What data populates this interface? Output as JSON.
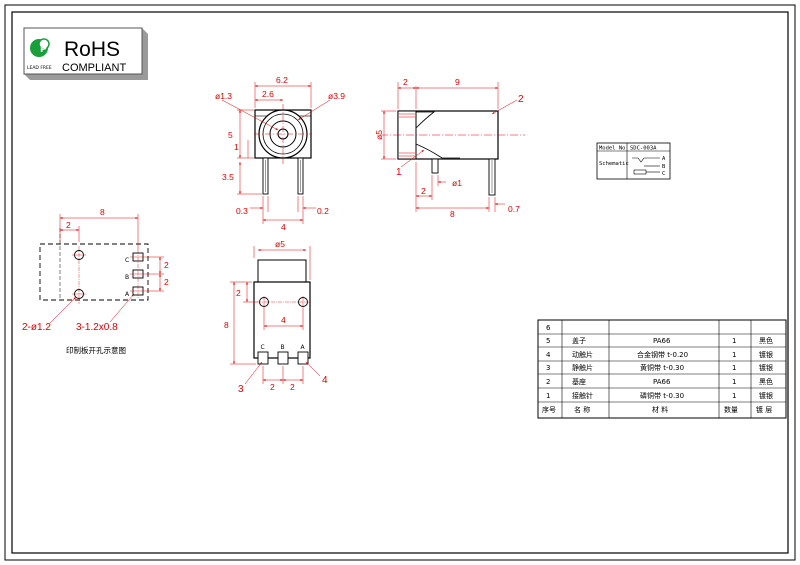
{
  "logo": {
    "lead_free_text": "LEAD FREE",
    "rohs": "RoHS",
    "compliant": "COMPLIANT",
    "accent_color": "#1aa03a"
  },
  "front_view": {
    "d_width": "6.2",
    "d_center": "2.6",
    "d_hole_small": "ø1.3",
    "d_hole_big": "ø3.9",
    "d_height": "5",
    "d_offset": "1",
    "d_pin_len": "3.5",
    "d_pin_left": "0.3",
    "d_pin_spacing": "4",
    "d_pin_right": "0.2"
  },
  "side_view": {
    "d_top_left": "2",
    "d_top_len": "9",
    "callout_2": "2",
    "d_diam": "ø5",
    "callout_1": "1",
    "d_pin_diam": "ø1",
    "d_pin_off": "2",
    "d_bottom_len": "8",
    "d_pin_w": "0.7"
  },
  "pcb_layout": {
    "d_width": "8",
    "d_inner": "2",
    "d_right_1": "2",
    "d_right_2": "2",
    "pin_c": "C",
    "pin_b": "B",
    "pin_a": "A",
    "note_holes": "2-ø1.2",
    "note_slots": "3-1.2x0.8",
    "caption": "印制板开孔示意图"
  },
  "bottom_view": {
    "d_width": "ø5",
    "d_top": "2",
    "d_height": "8",
    "d_spacing": "4",
    "pin_c": "C",
    "pin_b": "B",
    "pin_a": "A",
    "callout_3": "3",
    "callout_4": "4",
    "d_bot_1": "2",
    "d_bot_2": "2"
  },
  "model_box": {
    "model_label": "Model No",
    "model_value": "SDC-003A",
    "schematic_label": "Schematic",
    "pin_a": "A",
    "pin_b": "B",
    "pin_c": "C"
  },
  "bom": {
    "rows": [
      {
        "no": "6",
        "name": "",
        "material": "",
        "qty": "",
        "finish": ""
      },
      {
        "no": "5",
        "name": "盖子",
        "material": "PA66",
        "qty": "1",
        "finish": "黑色"
      },
      {
        "no": "4",
        "name": "动触片",
        "material": "合金钢带 t-0.20",
        "qty": "1",
        "finish": "镀银"
      },
      {
        "no": "3",
        "name": "静触片",
        "material": "黄铜带 t-0.30",
        "qty": "1",
        "finish": "镀银"
      },
      {
        "no": "2",
        "name": "基座",
        "material": "PA66",
        "qty": "1",
        "finish": "黑色"
      },
      {
        "no": "1",
        "name": "接触针",
        "material": "磷铜带 t-0.30",
        "qty": "1",
        "finish": "镀银"
      }
    ],
    "header": {
      "no": "序号",
      "name": "名 称",
      "material": "材 料",
      "qty": "数量",
      "finish": "镀 层"
    }
  }
}
